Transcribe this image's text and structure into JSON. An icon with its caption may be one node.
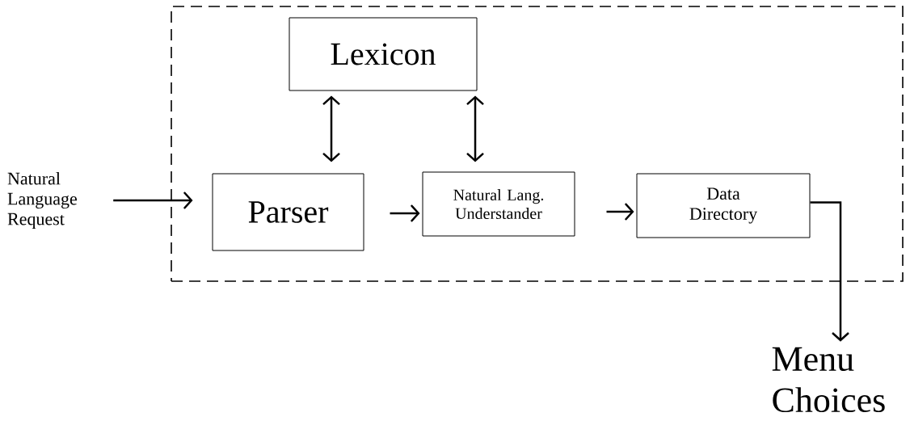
{
  "diagram": {
    "nodes": [
      {
        "text": [],
        "shape": "box"
      },
      {
        "text": [
          "Lexicon"
        ],
        "in": 0
      },
      {
        "text": [
          "Parser"
        ],
        "in": 0
      },
      {
        "text": [
          "Natural Lang. Understander"
        ],
        "in": 0
      },
      {
        "text": [
          "Data Directory"
        ],
        "in": 0
      },
      {
        "text": [
          "Natural Language Request"
        ]
      },
      {
        "text": [
          "Menu Choices"
        ]
      }
    ],
    "edges": [
      {
        "from": 5,
        "to": 2,
        "arrow": "to"
      },
      {
        "from": 1,
        "to": 2,
        "arrow": "both"
      },
      {
        "from": 1,
        "to": 3,
        "arrow": "both"
      },
      {
        "from": 2,
        "to": 3,
        "arrow": "to"
      },
      {
        "from": 3,
        "to": 4,
        "arrow": "to"
      },
      {
        "from": 4,
        "to": 6,
        "arrow": "to"
      }
    ]
  }
}
